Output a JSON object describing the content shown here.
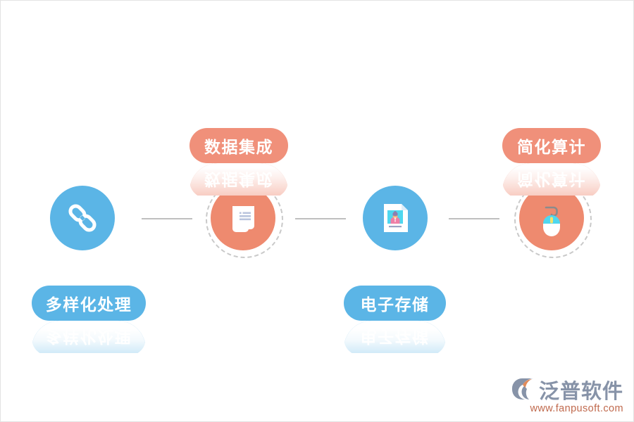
{
  "diagram": {
    "title": "",
    "colors": {
      "blue": "#5bb5e6",
      "orange_node": "#ee8a6f",
      "orange_pill": "#f0907a",
      "connector": "#bfbfbf",
      "dashed_ring": "#c9c9c9",
      "background": "#ffffff"
    },
    "connectors": [
      {
        "id": "connector-1"
      },
      {
        "id": "connector-2"
      },
      {
        "id": "connector-3"
      }
    ],
    "nodes": [
      {
        "id": "node-link",
        "icon": "chain-link-icon",
        "style": "blue",
        "dashed_ring": false,
        "label": "多样化处理",
        "label_style": "blue",
        "label_position": "below"
      },
      {
        "id": "node-scroll",
        "icon": "scroll-document-icon",
        "style": "orange",
        "dashed_ring": true,
        "label": "数据集成",
        "label_style": "orange",
        "label_position": "above"
      },
      {
        "id": "node-id-card",
        "icon": "document-person-icon",
        "style": "blue",
        "dashed_ring": false,
        "label": "电子存储",
        "label_style": "blue",
        "label_position": "below"
      },
      {
        "id": "node-mouse",
        "icon": "computer-mouse-icon",
        "style": "orange",
        "dashed_ring": true,
        "label": "简化算计",
        "label_style": "orange",
        "label_position": "above"
      }
    ]
  },
  "logo": {
    "mark": "fanpu-swoosh-icon",
    "name": "泛普软件",
    "url": "www.fanpusoft.com"
  }
}
